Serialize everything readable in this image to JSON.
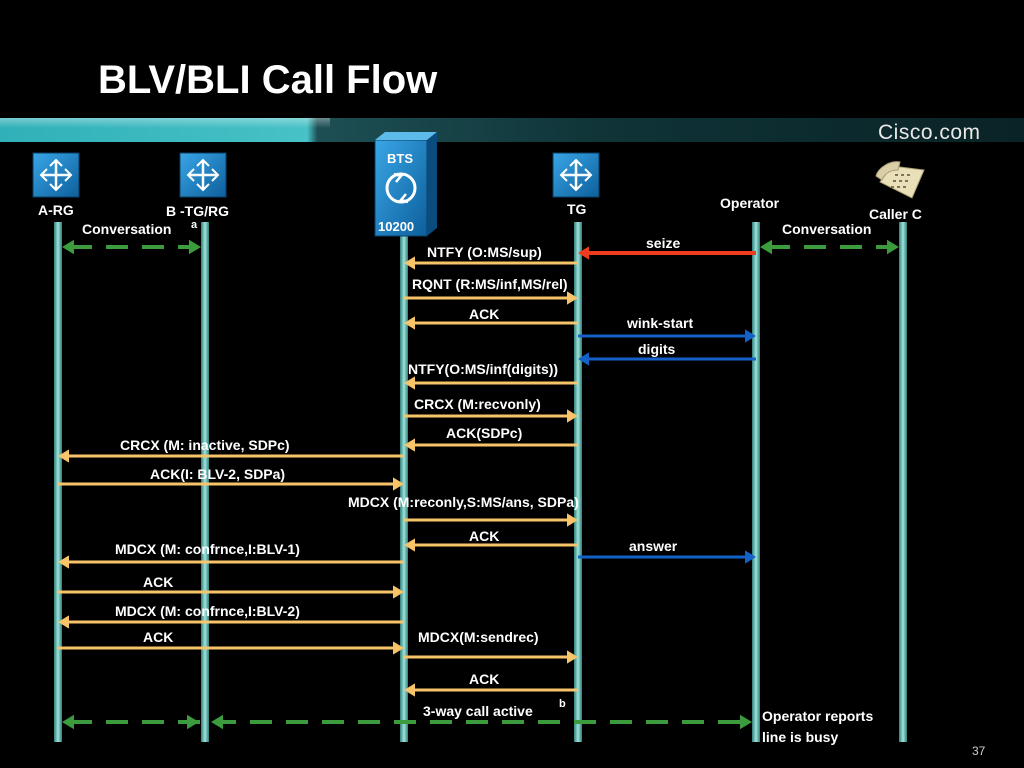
{
  "slide": {
    "title": "BLV/BLI Call Flow",
    "brand": "Cisco.com",
    "page_number": "37"
  },
  "colors": {
    "background": "#000000",
    "arrow_mgcp": "#f7c46a",
    "arrow_trunk": "#1462c8",
    "arrow_seize": "#ef3b1e",
    "conversation": "#3c9b3c",
    "lifeline": "#66c0bb",
    "device_blue": "#1a86c8"
  },
  "entities": {
    "a_rg": "A-RG",
    "b_tg_rg": "B -TG/RG",
    "bts_top": "BTS",
    "bts_bottom": "10200",
    "tg": "TG",
    "operator": "Operator",
    "caller_c": "Caller C"
  },
  "icons": {
    "a_rg": "router-icon",
    "b_tg_rg": "router-icon",
    "bts": "softswitch-icon",
    "tg": "router-icon",
    "caller_c": "telephone-icon"
  },
  "annotations": {
    "conversation_left": "Conversation",
    "note_a": "a",
    "conversation_right": "Conversation",
    "three_way": "3-way call active",
    "note_b": "b",
    "operator_reports_1": "Operator reports",
    "operator_reports_2": "line is busy"
  },
  "messages": [
    {
      "from": "Operator",
      "to": "TG",
      "label": "seize",
      "color": "seize"
    },
    {
      "from": "TG",
      "to": "BTS",
      "label": "NTFY (O:MS/sup)",
      "color": "mgcp"
    },
    {
      "from": "BTS",
      "to": "TG",
      "label": "RQNT (R:MS/inf,MS/rel)",
      "color": "mgcp"
    },
    {
      "from": "TG",
      "to": "BTS",
      "label": "ACK",
      "color": "mgcp"
    },
    {
      "from": "TG",
      "to": "Operator",
      "label": "wink-start",
      "color": "trunk"
    },
    {
      "from": "Operator",
      "to": "TG",
      "label": "digits",
      "color": "trunk"
    },
    {
      "from": "TG",
      "to": "BTS",
      "label": "NTFY(O:MS/inf(digits))",
      "color": "mgcp"
    },
    {
      "from": "BTS",
      "to": "TG",
      "label": "CRCX (M:recvonly)",
      "color": "mgcp"
    },
    {
      "from": "TG",
      "to": "BTS",
      "label": "ACK(SDPc)",
      "color": "mgcp"
    },
    {
      "from": "BTS",
      "to": "A-RG",
      "label": "CRCX (M:  inactive, SDPc)",
      "color": "mgcp"
    },
    {
      "from": "A-RG",
      "to": "BTS",
      "label": "ACK(I:  BLV-2, SDPa)",
      "color": "mgcp"
    },
    {
      "from": "BTS",
      "to": "TG",
      "label": "MDCX  (M:reconly,S:MS/ans,  SDPa)",
      "color": "mgcp"
    },
    {
      "from": "TG",
      "to": "BTS",
      "label": "ACK",
      "color": "mgcp"
    },
    {
      "from": "TG",
      "to": "Operator",
      "label": "answer",
      "color": "trunk"
    },
    {
      "from": "BTS",
      "to": "A-RG",
      "label": "MDCX  (M:   confrnce,I:BLV-1)",
      "color": "mgcp"
    },
    {
      "from": "A-RG",
      "to": "BTS",
      "label": "ACK",
      "color": "mgcp"
    },
    {
      "from": "BTS",
      "to": "A-RG",
      "label": "MDCX  (M:   confrnce,I:BLV-2)",
      "color": "mgcp"
    },
    {
      "from": "A-RG",
      "to": "BTS",
      "label": "ACK",
      "color": "mgcp"
    },
    {
      "from": "BTS",
      "to": "TG",
      "label": "MDCX(M:sendrec)",
      "color": "mgcp"
    },
    {
      "from": "TG",
      "to": "BTS",
      "label": "ACK",
      "color": "mgcp"
    }
  ]
}
